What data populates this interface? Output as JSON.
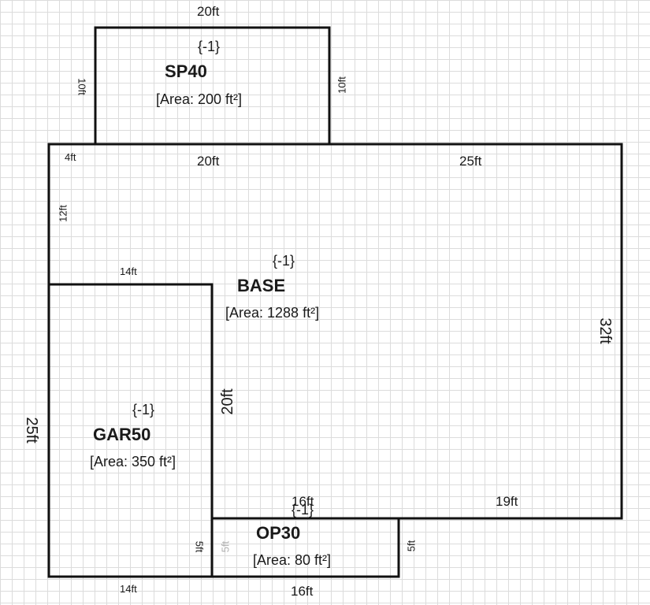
{
  "rooms": [
    {
      "id": "sp40",
      "code": "{-1}",
      "name": "SP40",
      "area": "[Area: 200 ft²]"
    },
    {
      "id": "base",
      "code": "{-1}",
      "name": "BASE",
      "area": "[Area: 1288 ft²]"
    },
    {
      "id": "gar50",
      "code": "{-1}",
      "name": "GAR50",
      "area": "[Area: 350 ft²]"
    },
    {
      "id": "op30",
      "code": "{-1}",
      "name": "OP30",
      "area": "[Area: 80 ft²]"
    }
  ],
  "dimensions": {
    "sp40_top": "20ft",
    "sp40_left": "10ft",
    "sp40_right": "10ft",
    "base_top_left": "20ft",
    "base_top_right": "25ft",
    "base_corner": "4ft",
    "base_left_upper": "12ft",
    "base_right": "32ft",
    "gar_top": "14ft",
    "gar_right": "20ft",
    "gar_outer_left": "25ft",
    "gar_bottom": "14ft",
    "gar_inner_right": "5ft",
    "op_top": "16ft",
    "op_inner_left": "5ft",
    "op_right": "5ft",
    "op_bottom": "16ft",
    "base_bottom_right": "19ft"
  }
}
